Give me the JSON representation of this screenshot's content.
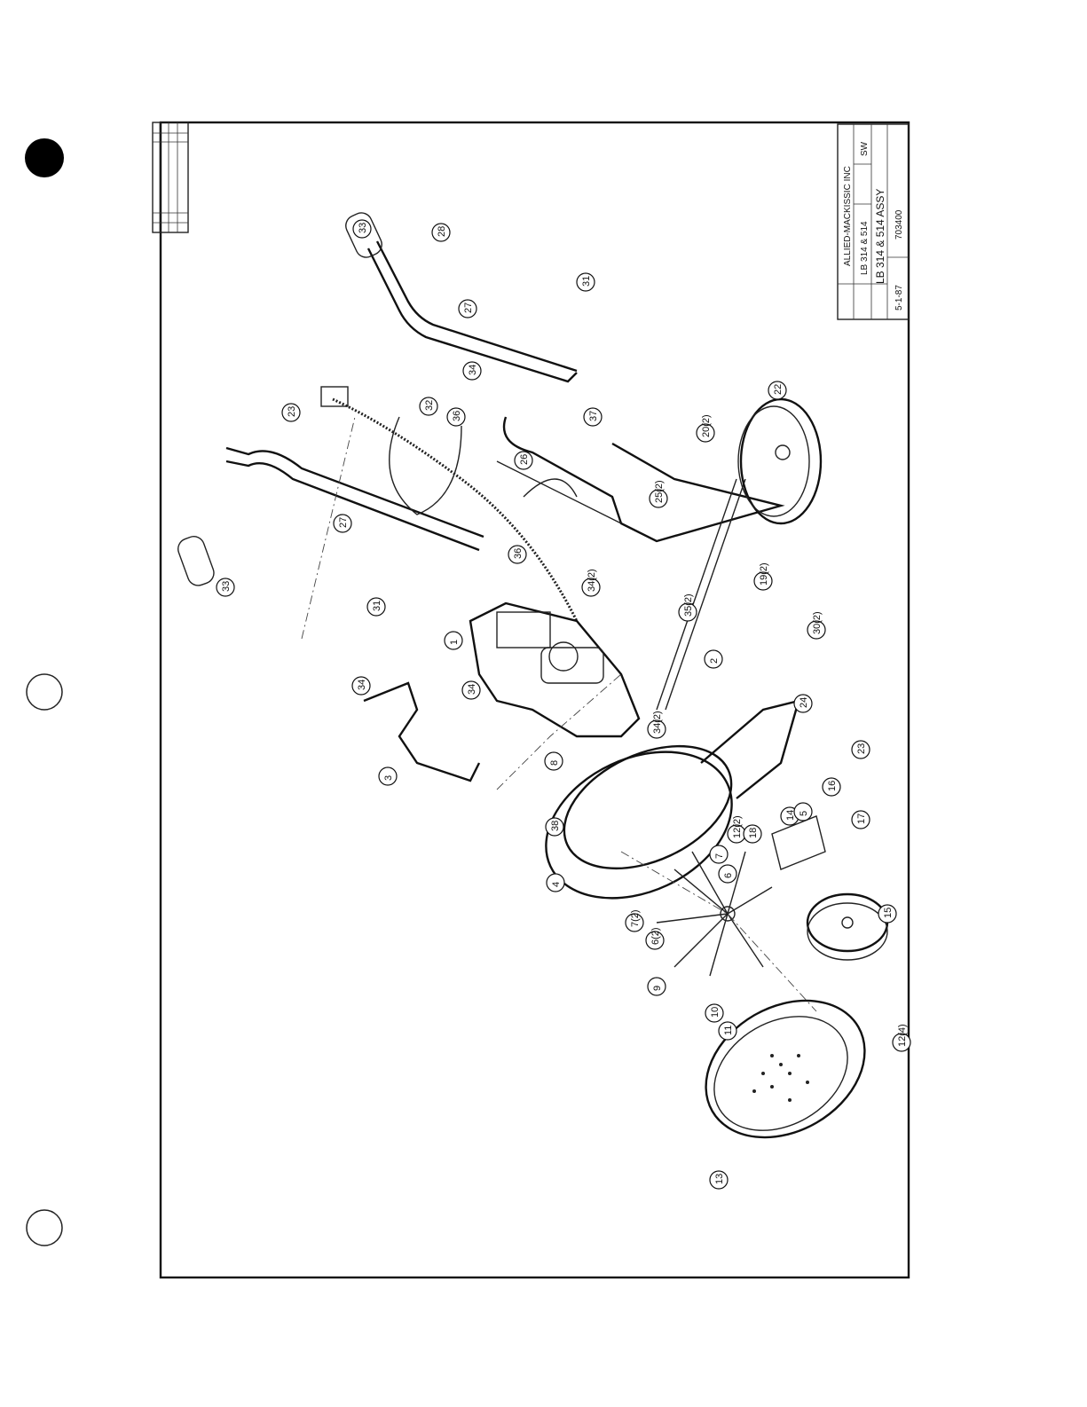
{
  "title_block": {
    "company": "ALLIED-MACKISSIC INC",
    "model": "LB 314 & 514",
    "title": "LB 314 & 514 ASSY",
    "date": "5-1-87",
    "drawing_number": "703400",
    "drawn_by": "SW"
  },
  "callouts": [
    "33",
    "28",
    "27",
    "31",
    "34",
    "37",
    "22",
    "20(2)",
    "26",
    "32",
    "36",
    "23",
    "27",
    "33",
    "36",
    "25(2)",
    "19(2)",
    "31",
    "34(2)",
    "35(2)",
    "1",
    "2",
    "30(2)",
    "34",
    "34",
    "24",
    "34(2)",
    "3",
    "8",
    "23",
    "38",
    "12(2)",
    "18",
    "14",
    "16",
    "17",
    "5",
    "4",
    "7(2)",
    "6(2)",
    "6",
    "7",
    "15",
    "9",
    "10",
    "11",
    "12(4)",
    "13"
  ]
}
